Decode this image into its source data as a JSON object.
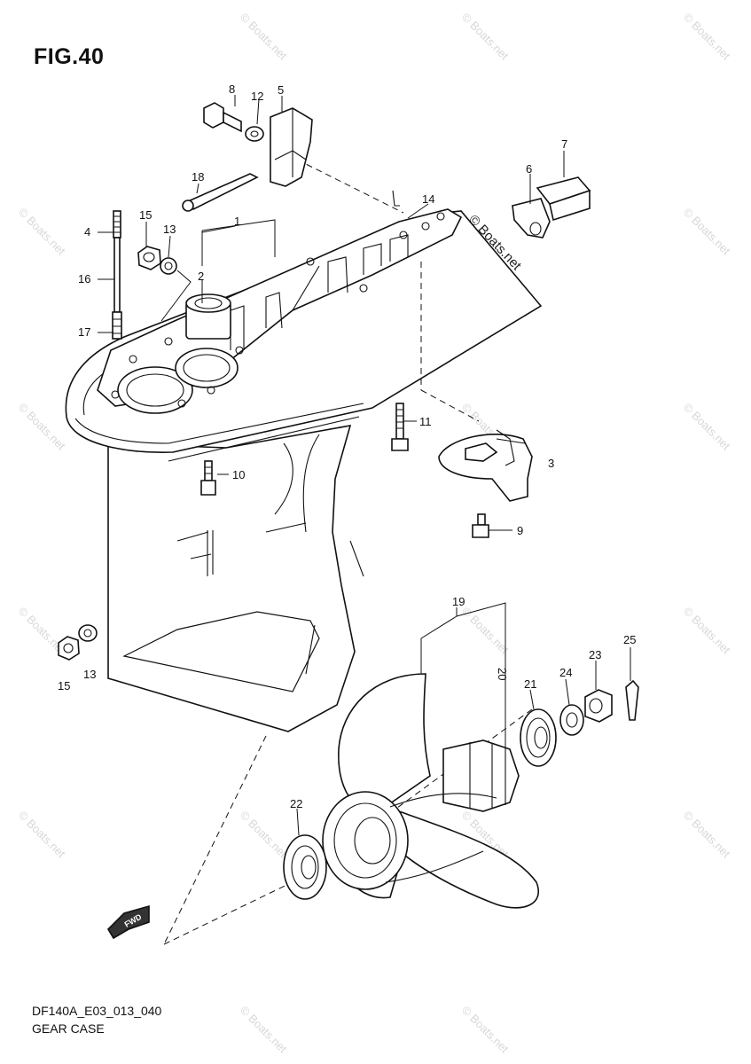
{
  "figure": {
    "title": "FIG.40",
    "code": "DF140A_E03_013_040",
    "name": "GEAR CASE"
  },
  "watermark": {
    "text": "© Boats.net"
  },
  "fwd_label": "FWD",
  "callouts": {
    "p1": "1",
    "p2": "2",
    "p3": "3",
    "p4": "4",
    "p5": "5",
    "p6": "6",
    "p7": "7",
    "p8": "8",
    "p9": "9",
    "p10": "10",
    "p11": "11",
    "p12": "12",
    "p13": "13",
    "p13b": "13",
    "p14": "14",
    "p15": "15",
    "p15b": "15",
    "p16": "16",
    "p17": "17",
    "p18": "18",
    "p19": "19",
    "p20": "20",
    "p21": "21",
    "p22": "22",
    "p23": "23",
    "p24": "24",
    "p25": "25"
  }
}
